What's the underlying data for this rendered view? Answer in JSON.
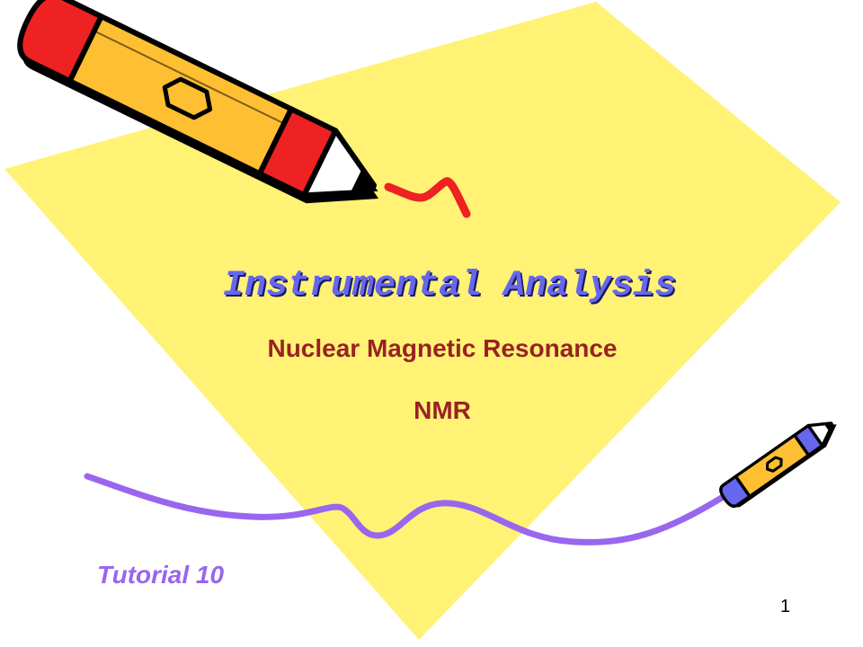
{
  "slide": {
    "title": "Instrumental Analysis",
    "subtitle": "Nuclear Magnetic Resonance",
    "acronym": "NMR",
    "tutorial": "Tutorial 10",
    "page_number": "1"
  },
  "colors": {
    "background_shape": "#fff275",
    "title": "#6666ee",
    "title_shadow": "#1a1a66",
    "subtitle": "#992222",
    "tutorial": "#9966ee",
    "squiggle_purple": "#9966ee",
    "squiggle_red": "#ee2222",
    "pencil_body": "#ffbf33",
    "pencil_end": "#ee2222"
  },
  "icons": {
    "large_pencil": "pencil-icon",
    "small_pencil": "pencil-icon"
  }
}
